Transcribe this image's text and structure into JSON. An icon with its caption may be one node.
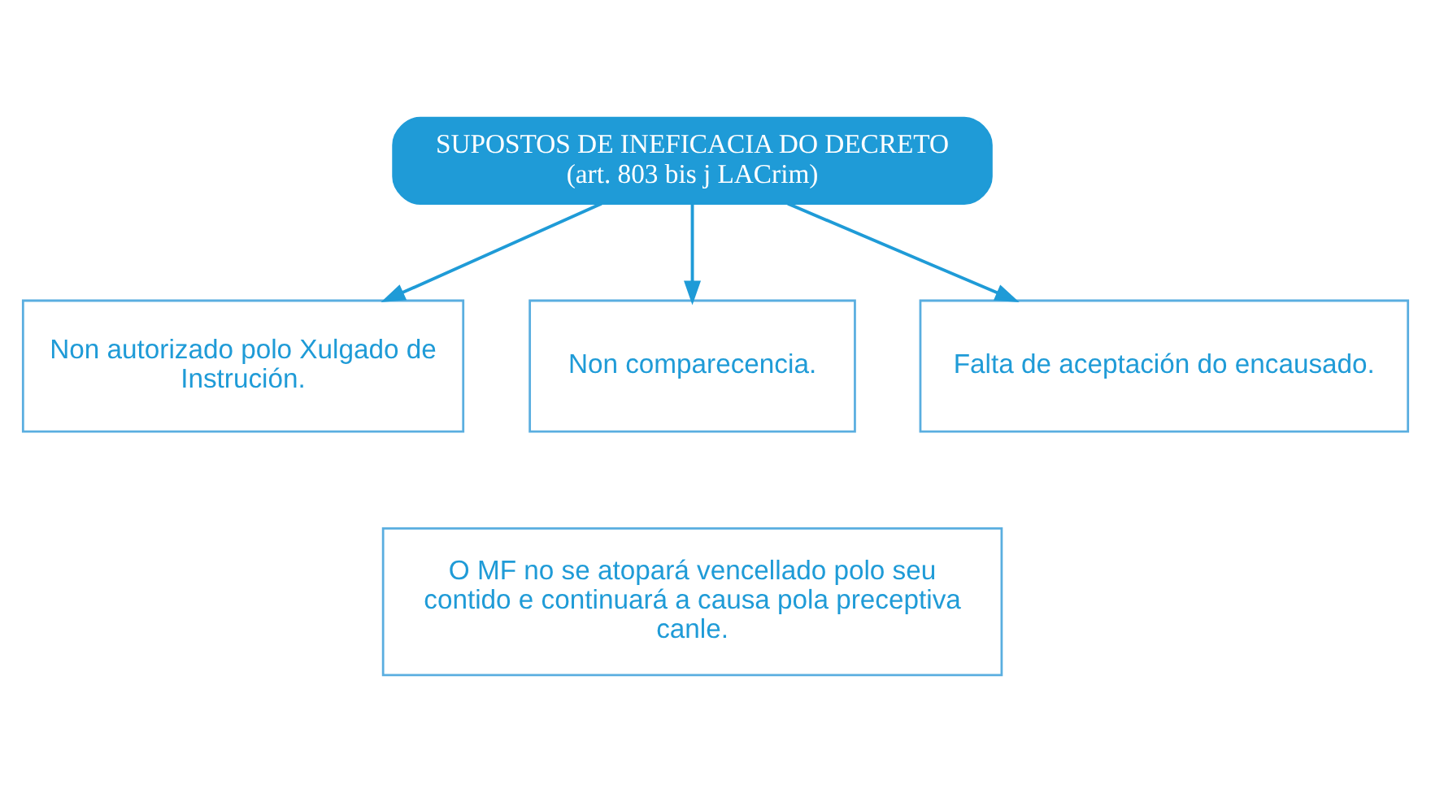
{
  "diagram": {
    "nodes": [
      {
        "text": [
          "SUPOSTOS DE INEFICACIA DO DECRETO",
          "(art. 803 bis j LACrim)"
        ]
      },
      {
        "text": [
          "Non autorizado polo Xulgado de Instrución."
        ]
      },
      {
        "text": [
          "Non comparecencia."
        ]
      },
      {
        "text": [
          "Falta de aceptación do encausado."
        ]
      },
      {
        "text": [
          "O MF no se atopará vencellado polo seu contido e continuará a causa pola preceptiva canle."
        ]
      }
    ],
    "edges": [
      {
        "from": 0,
        "to": 1,
        "arrow": "to"
      },
      {
        "from": 0,
        "to": 2,
        "arrow": "to"
      },
      {
        "from": 0,
        "to": 3,
        "arrow": "to"
      }
    ]
  }
}
